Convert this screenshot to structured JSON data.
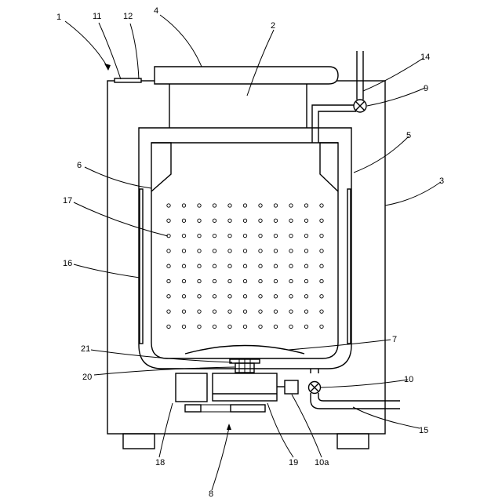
{
  "labels": {
    "l1": "1",
    "l2": "2",
    "l3": "3",
    "l4": "4",
    "l5": "5",
    "l6": "6",
    "l7": "7",
    "l8": "8",
    "l9": "9",
    "l10": "10",
    "l10a": "10a",
    "l11": "11",
    "l12": "12",
    "l14": "14",
    "l15": "15",
    "l16": "16",
    "l17": "17",
    "l18": "18",
    "l19": "19",
    "l20": "20",
    "l21": "21"
  },
  "perforation": {
    "rows": 9,
    "columns": 11
  }
}
